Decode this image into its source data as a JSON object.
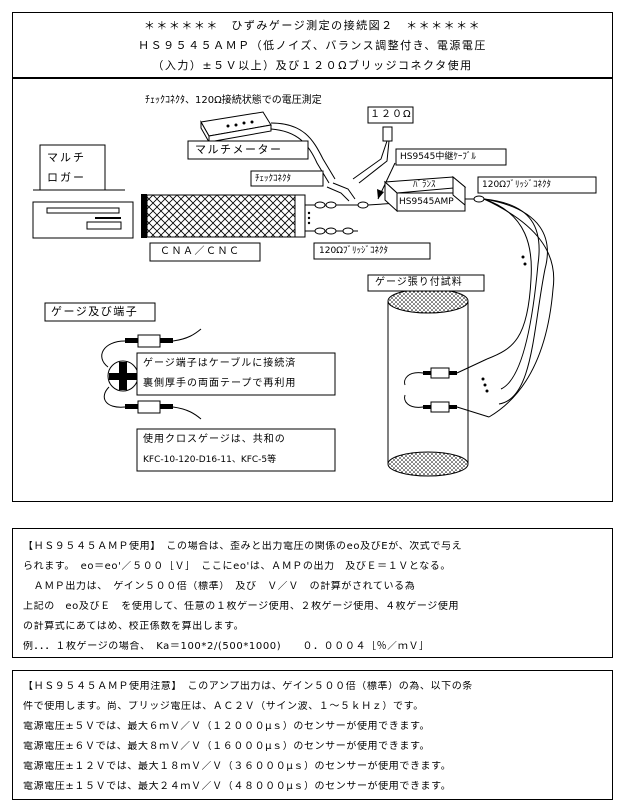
{
  "title": {
    "line1": "＊＊＊＊＊＊　ひずみゲージ測定の接続図２　＊＊＊＊＊＊",
    "line2": "ＨＳ９５４５ＡＭＰ（低ノイズ、バランス調整付き、電源電圧",
    "line3": "（入力）±５Ｖ以上）及び１２０Ωブリッジコネクタ使用"
  },
  "diagram": {
    "check_voltage_label": "ﾁｪｯｸｺﾈｸﾀ、120Ω接続状態での電圧測定",
    "resistor_label": "１２０Ω",
    "multimeter_label": "マルチメーター",
    "logger_label_1": "マルチ",
    "logger_label_2": "ロガー",
    "relay_cable_label": "HS9545中継ｹｰﾌﾞﾙ",
    "check_connector_label": "ﾁｪｯｸｺﾈｸﾀ",
    "balance_label": "ﾊﾞﾗﾝｽ",
    "amp_label": "HS9545AMP",
    "bridge_connector_label_right": "120Ωﾌﾞﾘｯｼﾞｺﾈｸﾀ",
    "cna_label": "ＣＮＡ／ＣＮＣ",
    "bridge_connector_label_bottom": "120Ωﾌﾞﾘｯｼﾞｺﾈｸﾀ",
    "specimen_label": "ゲージ張り付試料",
    "gauge_terminal_label": "ゲージ及び端子",
    "note_line1": "ゲージ端子はケーブルに接続済",
    "note_line2": "裏側厚手の両面テープで再利用",
    "cross_gauge_line1": "使用クロスゲージは、共和の",
    "cross_gauge_line2": "KFC-10-120-D16-11、KFC-5等"
  },
  "usage": {
    "line1": "【ＨＳ９５４５ＡＭＰ使用】　この場合は、歪みと出力電圧の関係のeo及びEが、次式で与え",
    "line2": "られます。　eo＝eo'／５００［Ｖ］　ここにeo'は、ＡＭＰの出力　及びＥ＝１Ｖとなる。",
    "line3": "　ＡＭＰ出力は、　ゲイン５００倍（標準）　及び　Ｖ／Ｖ　の計算がされている為",
    "line4": "上記の　eo及びＥ　を使用して、任意の１枚ゲージ使用、２枚ゲージ使用、４枚ゲージ使用",
    "line5": "の計算式にあてはめ、校正係数を算出します。",
    "line6": "例．．．１枚ゲージの場合、　Ka＝100*2/(500*1000)　　０．０００４［％／ｍＶ］"
  },
  "caution": {
    "line1": "【ＨＳ９５４５ＡＭＰ使用注意】　このアンプ出力は、ゲイン５００倍（標準）の為、以下の条",
    "line2": "件で使用します。尚、ブリッジ電圧は、ＡＣ２Ｖ（サイン波、１～５ｋＨｚ）です。",
    "line3": "電源電圧±５Ｖでは、最大６ｍＶ／Ｖ（１２０００μｓ）のセンサーが使用できます。",
    "line4": "電源電圧±６Ｖでは、最大８ｍＶ／Ｖ（１６０００μｓ）のセンサーが使用できます。",
    "line5": "電源電圧±１２Ｖでは、最大１８ｍＶ／Ｖ（３６０００μｓ）のセンサーが使用できます。",
    "line6": "電源電圧±１５Ｖでは、最大２４ｍＶ／Ｖ（４８０００μｓ）のセンサーが使用できます。"
  }
}
